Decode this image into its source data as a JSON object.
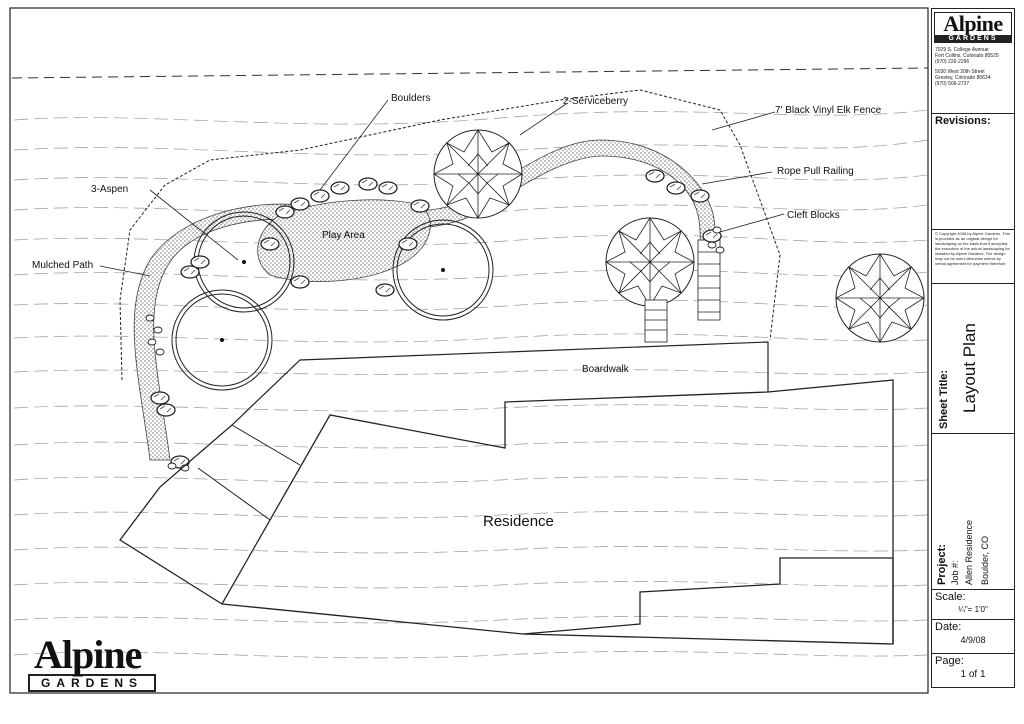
{
  "labels": {
    "boulders": "Boulders",
    "serviceberry": "2-Serviceberry",
    "fence": "7' Black Vinyl Elk Fence",
    "aspen": "3-Aspen",
    "rope": "Rope Pull Railing",
    "cleft": "Cleft Blocks",
    "play": "Play Area",
    "path": "Mulched Path",
    "boardwalk": "Boardwalk",
    "residence": "Residence"
  },
  "title_block": {
    "logo_word": "Alpine",
    "logo_sub": "GARDENS",
    "address1": [
      "7029 S. College Avenue",
      "Fort Collins, Colorado 80525",
      "(970) 226-2296"
    ],
    "address2": [
      "5030 West 20th Street",
      "Greeley, Colorado 80634",
      "(970) 506-2727"
    ],
    "revisions": "Revisions:",
    "copyright": "© Copyright 2008 by Alpine Gardens. This is provided as an original design for landscaping on the basis that if accepted, the execution of the actual landscaping be installed by Alpine Gardens. The design may not be used otherwise unless by verbal agreement for payment therefore.",
    "sheet_title_label": "Sheet Title:",
    "sheet_title": "Layout Plan",
    "project_label": "Project:",
    "job_label": "Job #:",
    "project_name": "Allen Residence",
    "project_city": "Boulder, CO",
    "scale_label": "Scale:",
    "scale": "¼\"= 1'0\"",
    "date_label": "Date:",
    "date": "4/9/08",
    "page_label": "Page:",
    "page": "1 of 1"
  },
  "big_logo": {
    "word": "Alpine",
    "sub": "GARDENS"
  }
}
